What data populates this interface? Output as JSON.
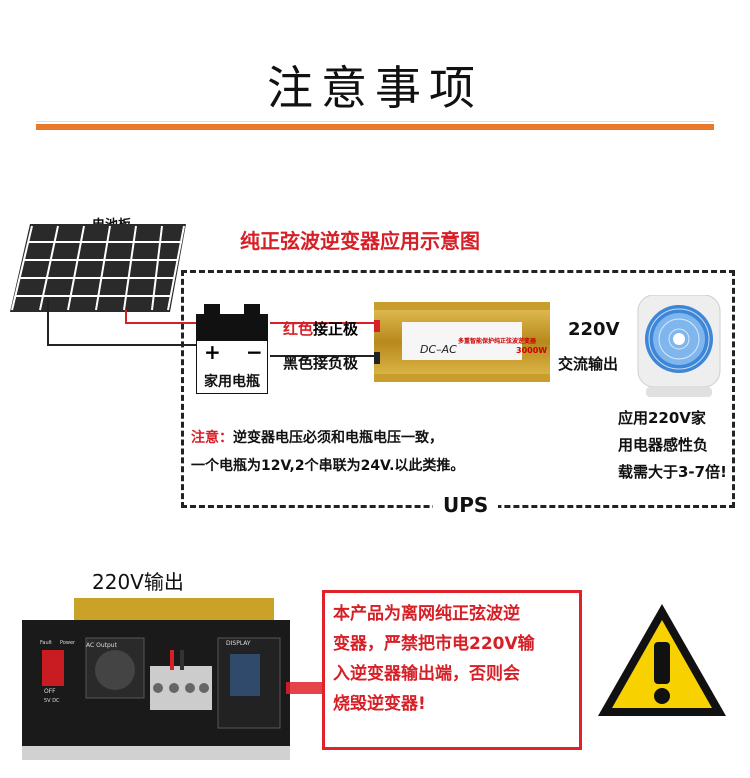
{
  "header": {
    "title": "注意事项"
  },
  "diagram": {
    "panel_label": "电池板",
    "title": "纯正弦波逆变器应用示意图",
    "battery_label": "家用电瓶",
    "battery_plus": "+",
    "battery_minus": "−",
    "red_word": "红色",
    "positive_suffix": "接正极",
    "negative": "黑色接负极",
    "inverter_text": "DC–AC",
    "inverter_brand": "多重智能保护纯正弦波逆变器",
    "inverter_power": "3000W",
    "output_voltage": "220V",
    "output_label": "交流输出",
    "note_prefix": "注意：",
    "note_line1": "逆变器电压必须和电瓶电压一致，",
    "note_line2": "一个电瓶为12V,2个串联为24V.以此类推。",
    "side_note_1": "应用220V家",
    "side_note_2": "用电器感性负",
    "side_note_3": "载需大于3-7倍!",
    "ups_label": "UPS"
  },
  "bottom": {
    "output_label": "220V输出",
    "device_labels": {
      "ac_output": "AC Output",
      "display": "DISPLAY",
      "off": "OFF",
      "usb": "5V DC",
      "fault": "Fault",
      "power": "Power"
    },
    "warning_lines": [
      "本产品为离网纯正弦波逆",
      "变器，严禁把市电220V输",
      "入逆变器输出端，否则会",
      "烧毁逆变器!"
    ]
  },
  "colors": {
    "accent_orange": "#e8792a",
    "warning_red": "#d61f26",
    "gold": "#c9a227"
  }
}
